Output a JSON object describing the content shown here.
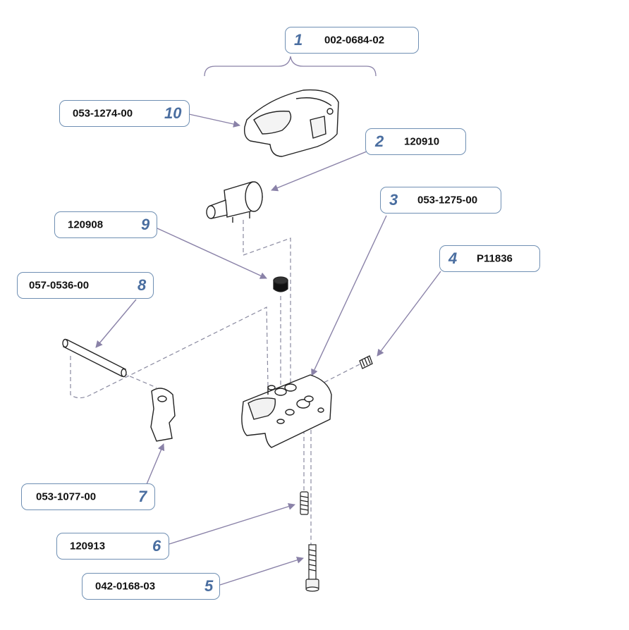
{
  "colors": {
    "callout_border": "#6f8fb3",
    "item_number": "#4a6ea0",
    "leader_line": "#8a82a8",
    "part_outline": "#222222"
  },
  "assembly": {
    "item": "1",
    "part_number": "002-0684-02"
  },
  "parts": [
    {
      "item": "2",
      "part_number": "120910"
    },
    {
      "item": "3",
      "part_number": "053-1275-00"
    },
    {
      "item": "4",
      "part_number": "P11836"
    },
    {
      "item": "5",
      "part_number": "042-0168-03"
    },
    {
      "item": "6",
      "part_number": "120913"
    },
    {
      "item": "7",
      "part_number": "053-1077-00"
    },
    {
      "item": "8",
      "part_number": "057-0536-00"
    },
    {
      "item": "9",
      "part_number": "120908"
    },
    {
      "item": "10",
      "part_number": "053-1274-00"
    }
  ]
}
